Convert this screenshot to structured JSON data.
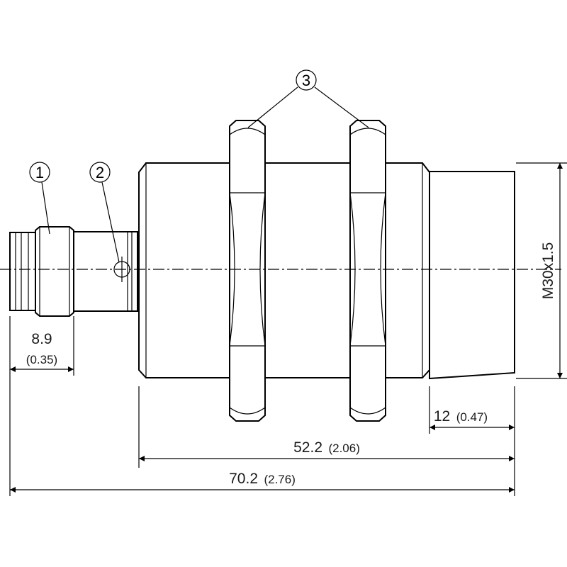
{
  "callouts": {
    "c1": "1",
    "c2": "2",
    "c3": "3"
  },
  "dimensions": {
    "connector_length": {
      "value": "8.9",
      "imperial": "(0.35)"
    },
    "thread_end_length": {
      "value": "12",
      "imperial": "(0.47)"
    },
    "housing_length": {
      "value": "52.2",
      "imperial": "(2.06)"
    },
    "overall_length": {
      "value": "70.2",
      "imperial": "(2.76)"
    },
    "thread_size": "M30x1.5"
  },
  "colors": {
    "line": "#000000",
    "background": "#ffffff"
  }
}
